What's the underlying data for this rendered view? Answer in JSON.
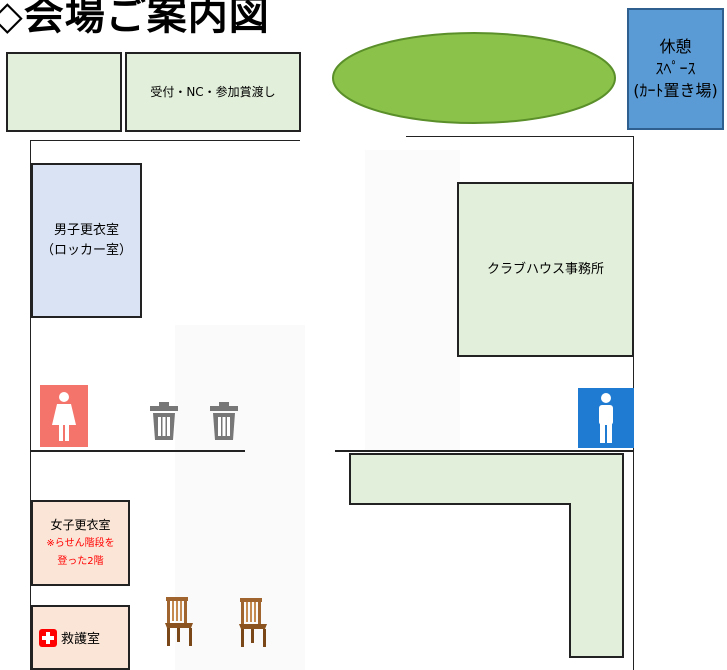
{
  "title": "◇会場ご案内図",
  "rooms": {
    "reception": "受付・NC・参加賞渡し",
    "rest": {
      "line1": "休憩",
      "line2": "ｽﾍﾟｰｽ",
      "line3": "(ｶｰﾄ置き場)"
    },
    "mens_locker": {
      "line1": "男子更衣室",
      "line2": "（ロッカー室）"
    },
    "clubhouse_office": "クラブハウス事務所",
    "womens_locker": {
      "line1": "女子更衣室",
      "line2": "※らせん階段を",
      "line3": "登った2階"
    },
    "first_aid": "救護室"
  },
  "colors": {
    "room_green": "#e2efda",
    "room_blue": "#dae3f3",
    "room_peach": "#fbe5d6",
    "oval_green": "#8bc34a",
    "rest_blue": "#5b9bd5",
    "womens_wc": "#f4736b",
    "mens_wc": "#1e7bd1",
    "note_red": "#ff0000"
  }
}
